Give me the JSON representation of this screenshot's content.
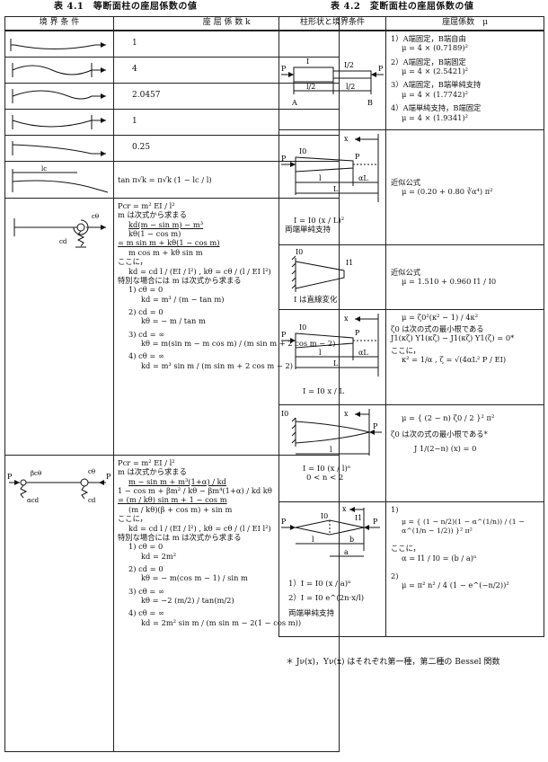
{
  "table1": {
    "title": "表 4.1　等断面柱の座屈係数の値",
    "header_left": "境 界 条 件",
    "header_right": "座 屈 係 数 k",
    "simple_values": [
      "1",
      "4",
      "2.0457",
      "1",
      "0.25"
    ],
    "row6_label": "lc",
    "row6_formula": "tan π√k = π√k (1 − lc / l)",
    "row7_labels": {
      "ck": "cd",
      "cth": "cθ"
    },
    "row7_lines": [
      "Pcr = m² EI / l²",
      "m は次式から求まる",
      "kd(m − sin m) − m³",
      "kθ(1 − cos m)",
      "= m sin m + kθ(1 − cos m)",
      "m cos m + kθ sin m",
      "ここに，",
      "kd = cd l / (EI / l²) ,  kθ = cθ / (l / EI l²)",
      "特別な場合には m は次式から求まる",
      "1)  cθ = 0",
      "kd = m³ / (m − tan m)",
      "2)  cd = 0",
      "kθ = − m / tan m",
      "3)  cd = ∞",
      "kθ = m(sin m − m cos m) / (m sin m + 2 cos m − 2)",
      "4)  cθ = ∞",
      "kd = m³ sin m / (m sin m + 2 cos m − 2)"
    ],
    "row8_labels": {
      "P": "P",
      "bc": "βcθ",
      "ac": "αcd",
      "cth": "cθ",
      "cd": "cd"
    },
    "row8_lines": [
      "Pcr = m² EI / l²",
      "m は次式から求まる",
      "m − sin m + m³(1+α) / kd",
      "1 − cos m + βm² / kθ − βm⁴(1+α) / kd kθ",
      "= (m / kθ) sin m + 1 − cos m",
      "(m / kθ)(β + cos m) + sin m",
      "ここに，",
      "kd = cd l / (EI / l²) ,  kθ = cθ / (l / EI l²)",
      "特別な場合には m は次式から求まる",
      "1)  cθ = 0",
      "kd = 2m²",
      "2)  cd = 0",
      "kθ = − m(cos m − 1) / sin m",
      "3)  cθ = ∞",
      "kθ = −2 (m/2) / tan(m/2)",
      "4)  cθ = ∞",
      "kd = 2m² sin m / (m sin m − 2(1 − cos m))"
    ]
  },
  "table2": {
    "title": "表 4.2　変断面柱の座屈係数の値",
    "header_left": "柱形状と境界条件",
    "header_right": "座屈係数　μ",
    "row1_labels": {
      "I": "I",
      "I2": "I/2",
      "l2a": "l/2",
      "l2b": "l/2",
      "A": "A",
      "B": "B",
      "P": "P"
    },
    "row1_lines": [
      "1）A端固定，B端自由",
      "μ = 4 × (0.7189)²",
      "2）A端固定，B端固定",
      "μ = 4 × (2.5421)²",
      "3）A端固定，B端単純支持",
      "μ = 4 × (1.7742)²",
      "4）A端単純支持，B端固定",
      "μ = 4 × (1.9341)²"
    ],
    "row2_labels": {
      "I0": "I0",
      "x": "x",
      "P": "P",
      "l": "l",
      "al": "αL",
      "L": "L"
    },
    "row2_caption": "I = I0 (x / L)²",
    "row2_caption2": "両端単純支持",
    "row2_lines": [
      "近似公式",
      "μ = (0.20 + 0.80 ∛α⁴) π²"
    ],
    "row3_labels": {
      "I0": "I0",
      "I1": "I1"
    },
    "row3_caption": "I は直線変化",
    "row3_lines": [
      "近似公式",
      "μ = 1.510 + 0.960 I1 / I0"
    ],
    "row4_labels": {
      "I0": "I0",
      "x": "x",
      "P": "P",
      "l": "l",
      "al": "αL",
      "L": "L"
    },
    "row4_caption": "I = I0 x / L",
    "row4_lines": [
      "μ = ζ0²(κ² − 1) / 4κ²",
      "ζ0 は次の式の最小根である",
      "J1(κζ) Y1(κζ) − J1(κζ) Y1(ζ) = 0*",
      "ここに，",
      "κ² = 1/α ,  ζ = √(4αL² P / EI)"
    ],
    "row5_labels": {
      "I0": "I0",
      "x": "x",
      "P": "P",
      "l": "l"
    },
    "row5_caption": "I = I0 (x / l)ⁿ",
    "row5_caption2": "0 < n < 2",
    "row5_lines": [
      "μ = { (2 − n) ζ0 / 2 }² π²",
      "ζ0 は次の式の最小根である*",
      "J 1/(2−n) (x) = 0"
    ],
    "row6_labels": {
      "x": "x",
      "I0": "I0",
      "I1": "I1",
      "P": "P",
      "l": "l",
      "b": "b",
      "a": "a"
    },
    "row6_caption1": "1）I = I0 (x / a)ⁿ",
    "row6_caption2": "2）I = I0 e^(2n·x/l)",
    "row6_caption3": "両端単純支持",
    "row6_lines": [
      "1)",
      "μ = { (1 − n/2)(1 − α^(1/n)) / (1 − α^(1/n − 1/2)) }² π²",
      "ここに，",
      "α = I1 / I0 = (b / a)ⁿ",
      "2)",
      "μ = π² n² / 4 (1 − e^(−n/2))²"
    ],
    "footnote": "＊ Jν(x)，Yν(x) はそれぞれ第一種，第二種の Bessel 関数"
  }
}
